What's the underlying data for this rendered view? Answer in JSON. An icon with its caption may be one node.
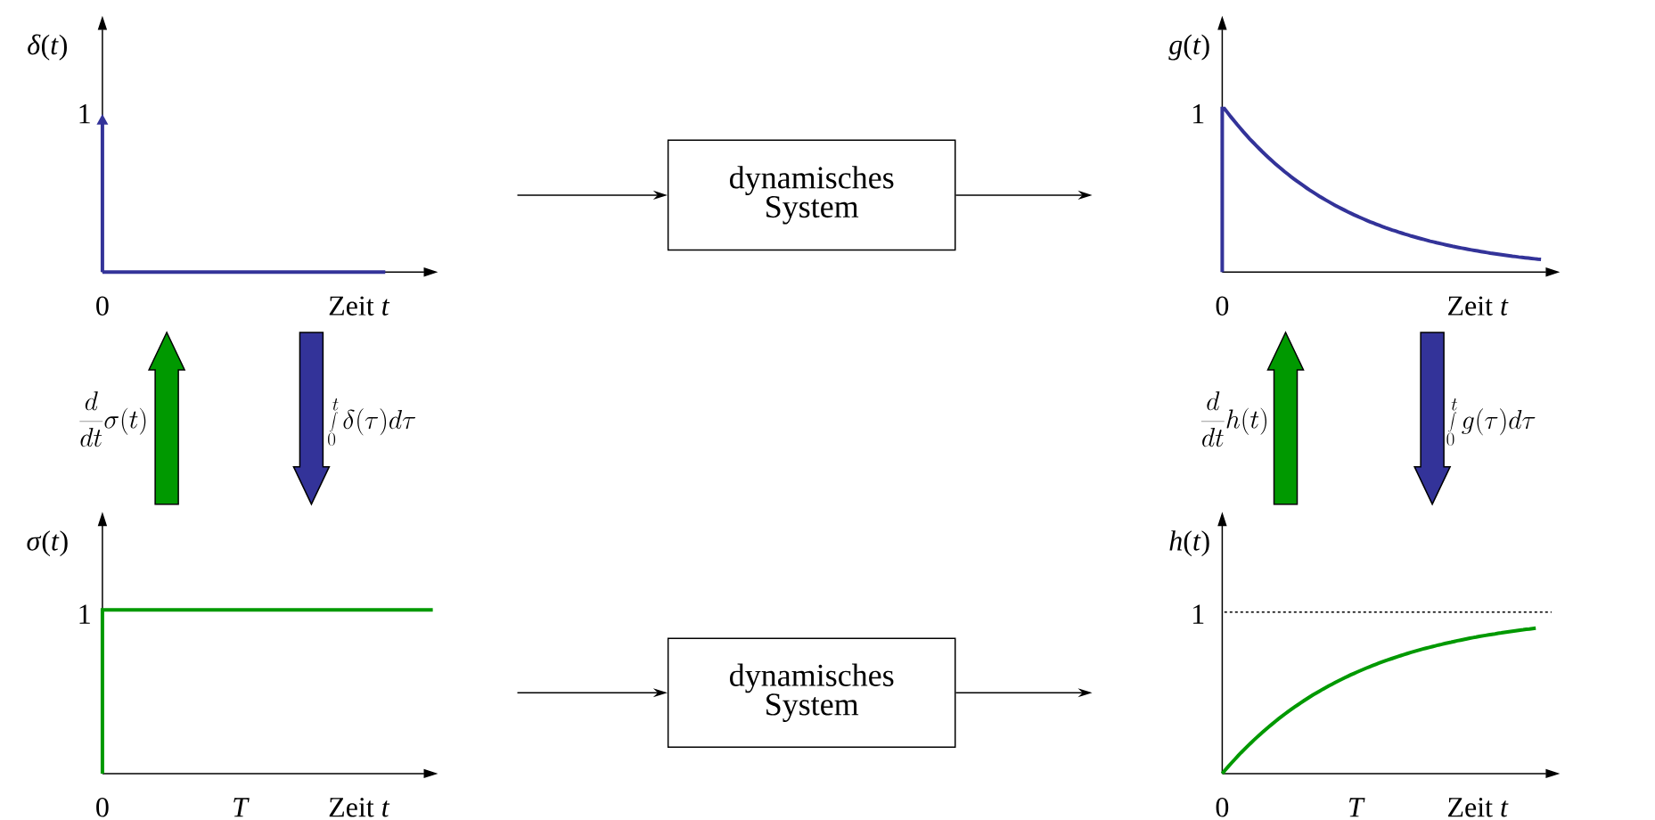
{
  "diagram": {
    "nodes": [
      {
        "text": [
          "*δ*(*t*)",
          "1",
          "0",
          "Zeit *t*"
        ]
      },
      {
        "text": [
          "dynamisches System"
        ]
      },
      {
        "text": [
          "*g*(*t*)",
          "1",
          "0",
          "Zeit *t*"
        ]
      },
      {
        "text": [
          "*σ*(*t*)",
          "1",
          "0",
          "*T*",
          "Zeit *t*"
        ]
      },
      {
        "text": [
          "dynamisches System"
        ]
      },
      {
        "text": [
          "*h*(*t*)",
          "1",
          "0",
          "*T*",
          "Zeit *t*"
        ]
      }
    ],
    "edges": [
      {
        "from": 0,
        "to": 1,
        "arrow": "to"
      },
      {
        "from": 1,
        "to": 2,
        "arrow": "to"
      },
      {
        "from": 3,
        "to": 4,
        "arrow": "to"
      },
      {
        "from": 4,
        "to": 5,
        "arrow": "to"
      },
      {
        "from": 3,
        "to": 0,
        "arrow": "to",
        "style": "thick",
        "color": "#009900",
        "label": "\\frac{d}{dt}\\sigma(t)"
      },
      {
        "from": 0,
        "to": 3,
        "arrow": "to",
        "style": "thick",
        "color": "#333399",
        "label": "\\int\\limits_0^t \\delta(\\tau)d\\tau"
      },
      {
        "from": 5,
        "to": 2,
        "arrow": "to",
        "style": "thick",
        "color": "#009900",
        "label": "\\frac{d}{dt}h(t)"
      },
      {
        "from": 2,
        "to": 5,
        "arrow": "to",
        "style": "thick",
        "color": "#333399",
        "label": "\\int\\limits_0^t g(\\tau)d\\tau"
      }
    ]
  }
}
